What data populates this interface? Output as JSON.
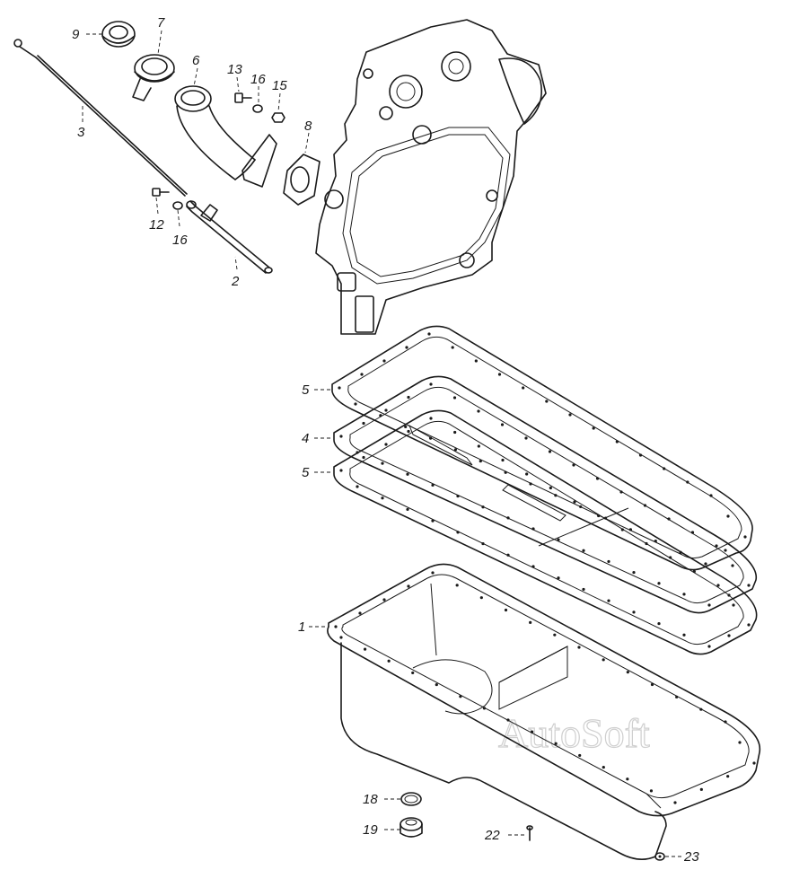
{
  "watermark": "AutoSoft",
  "callouts": [
    {
      "id": "c9",
      "label": "9"
    },
    {
      "id": "c7",
      "label": "7"
    },
    {
      "id": "c6",
      "label": "6"
    },
    {
      "id": "c13",
      "label": "13"
    },
    {
      "id": "c16a",
      "label": "16"
    },
    {
      "id": "c15",
      "label": "15"
    },
    {
      "id": "c8",
      "label": "8"
    },
    {
      "id": "c3",
      "label": "3"
    },
    {
      "id": "c12",
      "label": "12"
    },
    {
      "id": "c16b",
      "label": "16"
    },
    {
      "id": "c2",
      "label": "2"
    },
    {
      "id": "c5a",
      "label": "5"
    },
    {
      "id": "c4",
      "label": "4"
    },
    {
      "id": "c5b",
      "label": "5"
    },
    {
      "id": "c1",
      "label": "1"
    },
    {
      "id": "c18",
      "label": "18"
    },
    {
      "id": "c19",
      "label": "19"
    },
    {
      "id": "c22",
      "label": "22"
    },
    {
      "id": "c23",
      "label": "23"
    }
  ]
}
